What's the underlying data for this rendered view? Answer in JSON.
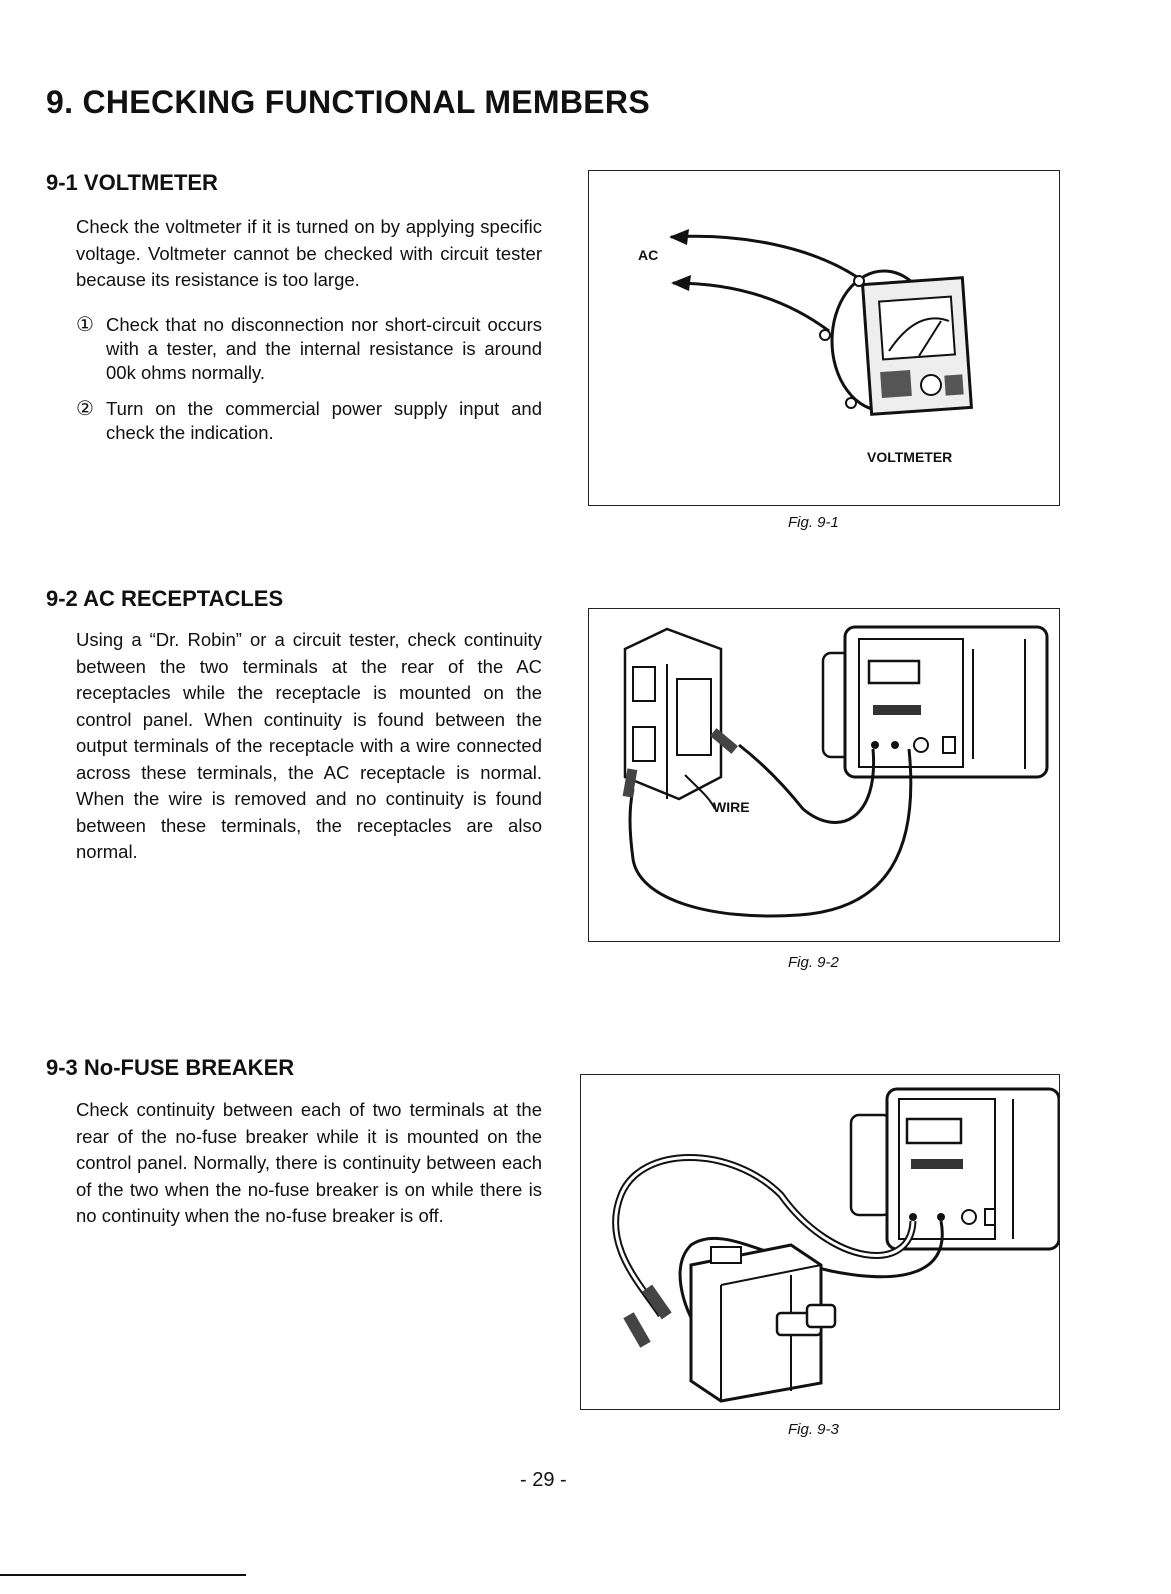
{
  "page": {
    "title": "9. CHECKING FUNCTIONAL MEMBERS",
    "page_number": "- 29 -"
  },
  "sections": [
    {
      "heading": "9-1 VOLTMETER",
      "body": "Check the voltmeter if it is turned on by applying specific voltage. Voltmeter cannot be checked with circuit tester because its resistance is too large.",
      "steps": [
        {
          "marker": "①",
          "text": "Check that no disconnection nor short-circuit occurs with a tester, and the internal resistance is around 00k ohms normally."
        },
        {
          "marker": "②",
          "text": "Turn on the commercial power supply input and check the indication."
        }
      ],
      "figure": {
        "caption": "Fig. 9-1",
        "labels": {
          "ac": "AC",
          "voltmeter": "VOLTMETER"
        }
      }
    },
    {
      "heading": "9-2 AC RECEPTACLES",
      "body": "Using a “Dr. Robin” or a circuit tester, check continuity between the two terminals at the rear of the AC receptacles while the receptacle is mounted on the control panel. When continuity is found between the output terminals of the receptacle with a wire connected across these terminals, the AC receptacle is normal. When the wire is removed and no continuity is found between these terminals, the receptacles are also normal.",
      "figure": {
        "caption": "Fig. 9-2",
        "labels": {
          "wire": "WIRE"
        }
      }
    },
    {
      "heading": "9-3 No-FUSE BREAKER",
      "body": "Check continuity between each of two terminals at the rear of the no-fuse breaker while it is mounted on the control panel. Normally, there is continuity between each of the two when the no-fuse breaker is on while there is no continuity when the no-fuse breaker is off.",
      "figure": {
        "caption": "Fig. 9-3"
      }
    }
  ]
}
